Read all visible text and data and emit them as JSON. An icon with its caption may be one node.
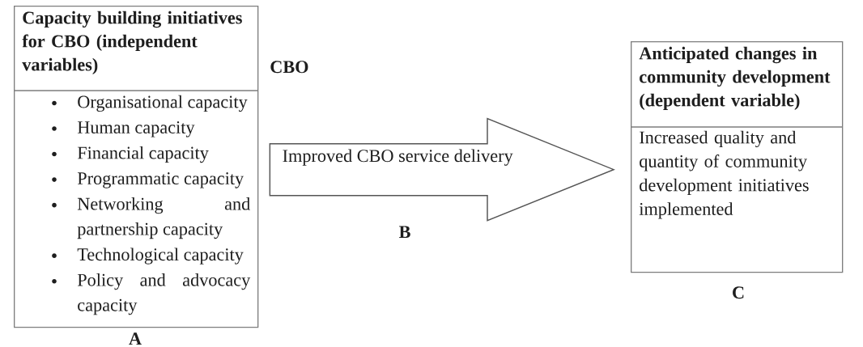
{
  "diagram": {
    "nodes": [
      {
        "text": [
          "Capacity building initiatives for CBO (independent variables)",
          "Organisational capacity",
          "Human capacity",
          "Financial capacity",
          "Programmatic capacity",
          "Networking and partnership capacity",
          "Technological capacity",
          "Policy and advocacy capacity"
        ],
        "beside": [
          "A"
        ]
      },
      {
        "text": [
          "Anticipated changes in community development (dependent variable)",
          "Increased quality and quantity of community development initiatives implemented"
        ],
        "beside": [
          "C"
        ]
      }
    ],
    "edges": [
      {
        "from": 0,
        "to": 1,
        "arrow": "to",
        "label": "Improved CBO service delivery"
      }
    ],
    "labels": [
      "CBO",
      "B"
    ]
  }
}
